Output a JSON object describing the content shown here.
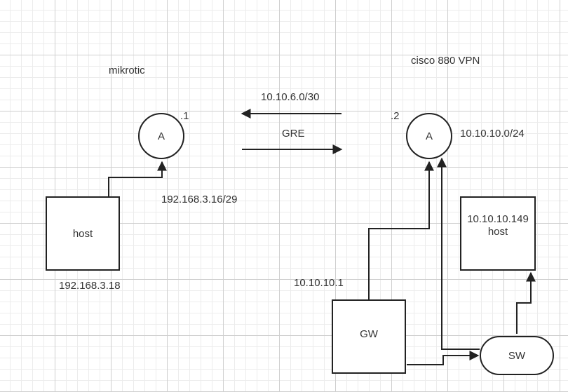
{
  "colors": {
    "line": "#222222",
    "text": "#333333",
    "grid": "#cfcfcf"
  },
  "labels": {
    "mikrotic": "mikrotic",
    "cisco": "cisco 880 VPN",
    "tunnel_net": "10.10.6.0/30",
    "gre": "GRE",
    "left_suffix": ".1",
    "right_suffix": ".2",
    "lan_right": "10.10.10.0/24",
    "lan_left": "192.168.3.16/29",
    "host_left_ip": "192.168.3.18",
    "gw_ip": "10.10.10.1"
  },
  "nodes": {
    "router_left": "A",
    "router_right": "A",
    "host_left": "host",
    "host_right_ip": "10.10.10.149",
    "host_right": "host",
    "gw": "GW",
    "sw": "SW"
  }
}
